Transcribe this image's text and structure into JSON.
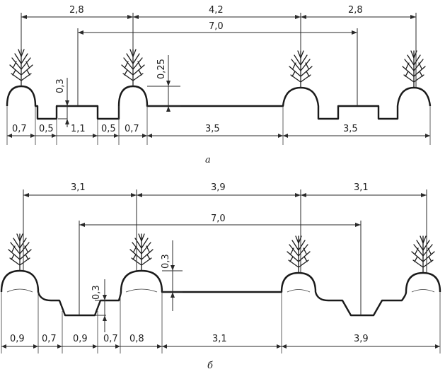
{
  "figure_a": {
    "caption": "а",
    "top_dims": [
      "2,8",
      "4,2",
      "2,8"
    ],
    "span_dim": "7,0",
    "ridge_height": "0,25",
    "furrow_depth": "0,3",
    "bottom_dims": [
      "0,7",
      "0,5",
      "1,1",
      "0,5",
      "0,7",
      "3,5",
      "3,5"
    ]
  },
  "figure_b": {
    "caption": "б",
    "top_dims": [
      "3,1",
      "3,9",
      "3,1"
    ],
    "span_dim": "7,0",
    "ridge_height": "0,3",
    "furrow_depth": "0,3",
    "bottom_dims": [
      "0,9",
      "0,7",
      "0,9",
      "0,7",
      "0,8",
      "3,1",
      "3,9"
    ]
  }
}
